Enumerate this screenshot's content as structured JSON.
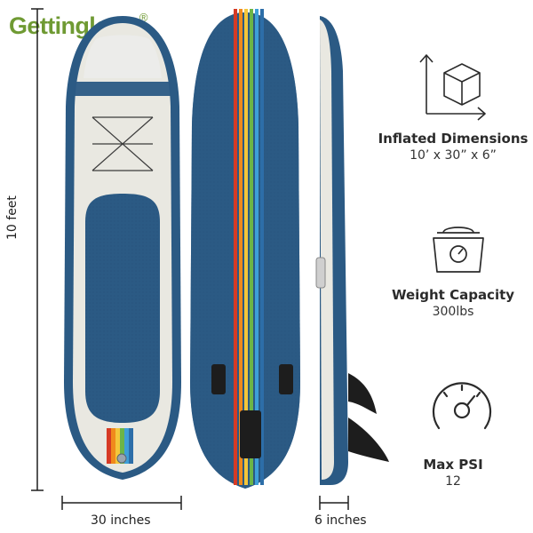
{
  "brand": {
    "name": "Gettinglong",
    "mark": "®",
    "color": "#6f9a33"
  },
  "dimensions": {
    "length_label": "10 feet",
    "width_label": "30 inches",
    "thickness_label": "6 inches"
  },
  "specs": [
    {
      "icon": "cube-icon",
      "title": "Inflated Dimensions",
      "value": "10’ x 30” x 6”"
    },
    {
      "icon": "scale-icon",
      "title": "Weight Capacity",
      "value": "300lbs"
    },
    {
      "icon": "gauge-icon",
      "title": "Max PSI",
      "value": "12"
    }
  ],
  "colors": {
    "board_navy": "#2b5a84",
    "deck_cream": "#e9e8e1",
    "stripes": [
      "#d63a25",
      "#f08a1c",
      "#f4c63a",
      "#6cb547",
      "#3e9fd8",
      "#2d6ea8"
    ]
  }
}
